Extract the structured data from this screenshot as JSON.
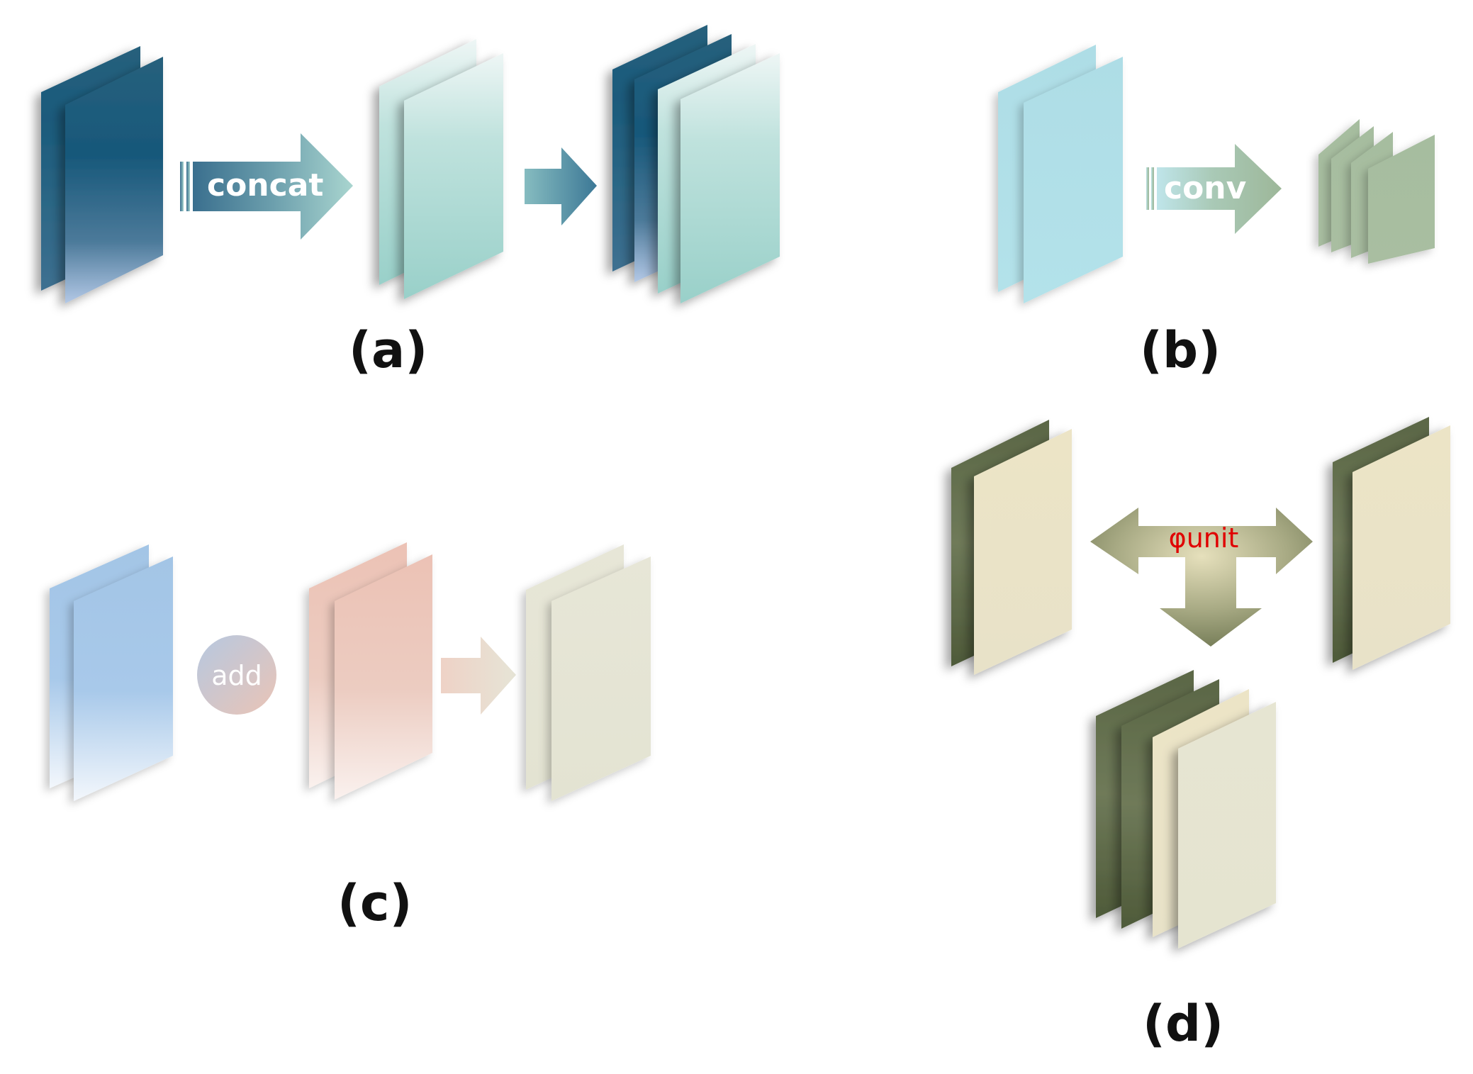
{
  "panels": {
    "a": {
      "caption": "(a)",
      "operation": "concat"
    },
    "b": {
      "caption": "(b)",
      "operation": "conv"
    },
    "c": {
      "caption": "(c)",
      "operation": "add"
    },
    "d": {
      "caption": "(d)",
      "operation": "φunit"
    }
  },
  "colors": {
    "dark_teal": "#1f5f7e",
    "light_teal": "#a9d8d2",
    "light_blue": "#b0e0e8",
    "sage_green": "#a8bea0",
    "sky_blue": "#a3c6e8",
    "salmon": "#e9c4b8",
    "beige": "#e6e6d6",
    "olive": "#5e6a45",
    "cream": "#ebe4c8",
    "phi_text": "#e00000"
  }
}
